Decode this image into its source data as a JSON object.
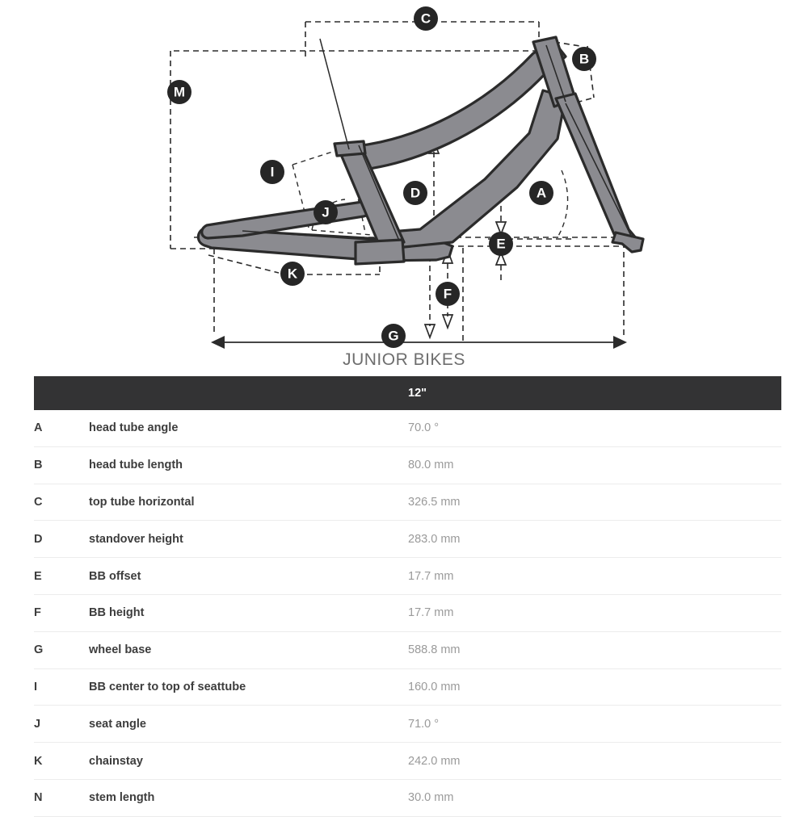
{
  "diagram": {
    "caption": "JUNIOR BIKES",
    "markers": [
      {
        "id": "A",
        "label": "A"
      },
      {
        "id": "B",
        "label": "B"
      },
      {
        "id": "C",
        "label": "C"
      },
      {
        "id": "D",
        "label": "D"
      },
      {
        "id": "E",
        "label": "E"
      },
      {
        "id": "F",
        "label": "F"
      },
      {
        "id": "G",
        "label": "G"
      },
      {
        "id": "I",
        "label": "I"
      },
      {
        "id": "J",
        "label": "J"
      },
      {
        "id": "K",
        "label": "K"
      },
      {
        "id": "M",
        "label": "M"
      }
    ],
    "colors": {
      "frame": "#8b8b90",
      "outline": "#2b2b2b",
      "marker_bg": "#262626",
      "marker_text": "#ffffff",
      "caption_text": "#6e6e6e"
    }
  },
  "table": {
    "header": {
      "letter": "",
      "label": "",
      "size": "12\""
    },
    "columns": [
      "",
      "",
      "12\""
    ],
    "rows": [
      {
        "letter": "A",
        "label": "head tube angle",
        "value": "70.0 °"
      },
      {
        "letter": "B",
        "label": "head tube length",
        "value": "80.0 mm"
      },
      {
        "letter": "C",
        "label": "top tube horizontal",
        "value": "326.5 mm"
      },
      {
        "letter": "D",
        "label": "standover height",
        "value": "283.0 mm"
      },
      {
        "letter": "E",
        "label": "BB offset",
        "value": "17.7 mm"
      },
      {
        "letter": "F",
        "label": "BB height",
        "value": "17.7 mm"
      },
      {
        "letter": "G",
        "label": "wheel base",
        "value": "588.8 mm"
      },
      {
        "letter": "I",
        "label": "BB center to top of seattube",
        "value": "160.0 mm"
      },
      {
        "letter": "J",
        "label": "seat angle",
        "value": "71.0 °"
      },
      {
        "letter": "K",
        "label": "chainstay",
        "value": "242.0 mm"
      },
      {
        "letter": "N",
        "label": "stem length",
        "value": "30.0 mm"
      }
    ],
    "colors": {
      "header_bg": "#333334",
      "header_text": "#ffffff",
      "row_divider": "#ececec",
      "label_text": "#3d3d3d",
      "value_text": "#9a9a9a"
    }
  }
}
